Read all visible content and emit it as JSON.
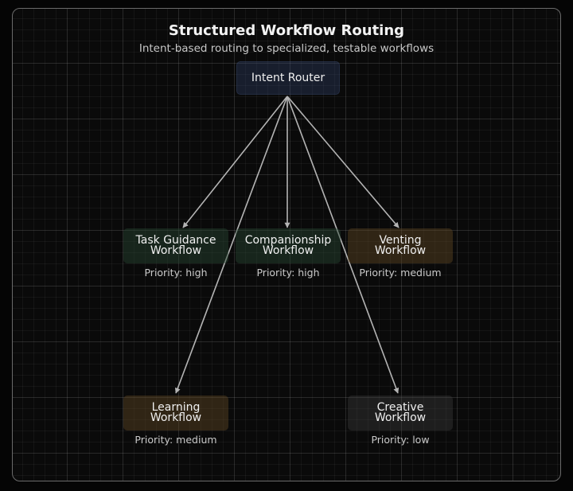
{
  "diagram": {
    "title": "Structured Workflow Routing",
    "subtitle": "Intent-based routing to specialized, testable workflows",
    "router": {
      "label": "Intent Router"
    },
    "workflows": [
      {
        "line1": "Task Guidance",
        "line2": "Workflow",
        "priority": "Priority: high"
      },
      {
        "line1": "Companionship",
        "line2": "Workflow",
        "priority": "Priority: high"
      },
      {
        "line1": "Venting",
        "line2": "Workflow",
        "priority": "Priority: medium"
      },
      {
        "line1": "Learning",
        "line2": "Workflow",
        "priority": "Priority: medium"
      },
      {
        "line1": "Creative",
        "line2": "Workflow",
        "priority": "Priority: low"
      }
    ],
    "edges": [
      {
        "from": "router",
        "to": "workflow-0"
      },
      {
        "from": "router",
        "to": "workflow-1"
      },
      {
        "from": "router",
        "to": "workflow-2"
      },
      {
        "from": "router",
        "to": "workflow-3"
      },
      {
        "from": "router",
        "to": "workflow-4"
      }
    ],
    "colors": {
      "background": "#0a0a0a",
      "grid": "#1e1e1e",
      "edge": "#b4b4b4",
      "router_fill": "#1f2a40",
      "priority_high_fill": "#1b2a20",
      "priority_medium_fill": "#35291a",
      "priority_low_fill": "#262626"
    }
  }
}
